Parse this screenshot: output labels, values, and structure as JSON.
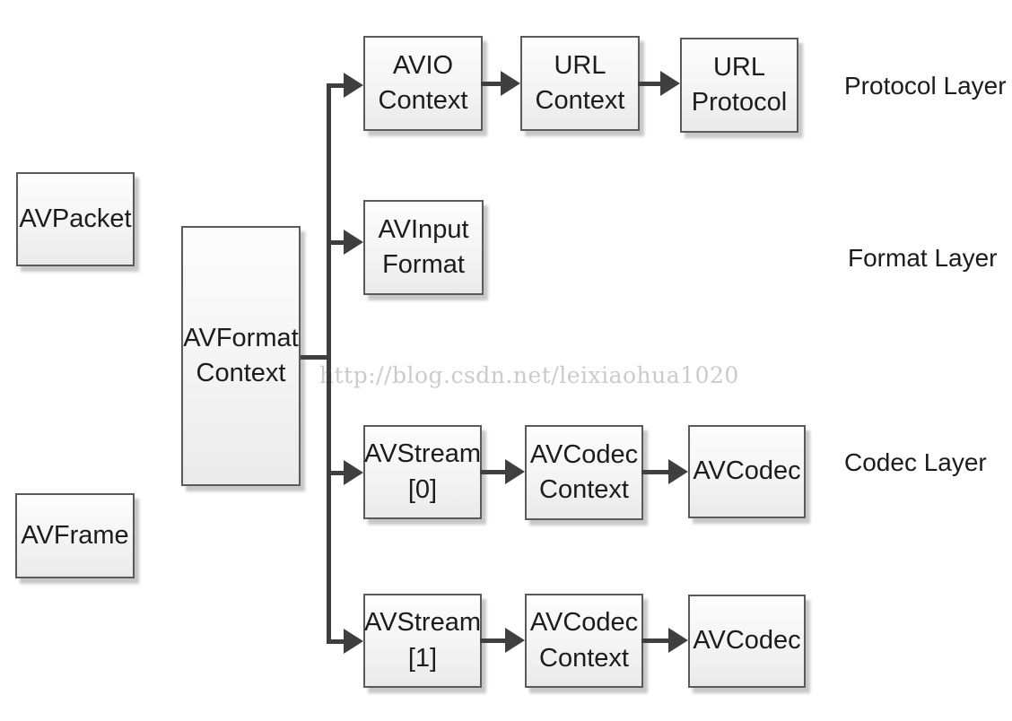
{
  "nodes": {
    "avpacket": "AVPacket",
    "avframe": "AVFrame",
    "avformat_context": "AVFormat\nContext",
    "avio_context": "AVIO\nContext",
    "url_context": "URL\nContext",
    "url_protocol": "URL\nProtocol",
    "avinput_format": "AVInput\nFormat",
    "avstream_0": "AVStream\n[0]",
    "avcodec_context_0": "AVCodec\nContext",
    "avcodec_0": "AVCodec",
    "avstream_1": "AVStream\n[1]",
    "avcodec_context_1": "AVCodec\nContext",
    "avcodec_1": "AVCodec"
  },
  "layer_labels": {
    "protocol": "Protocol Layer",
    "format": "Format Layer",
    "codec": "Codec Layer"
  },
  "watermark": {
    "text": "http://blog.csdn.net/leixiaohua1020"
  },
  "colors": {
    "background": "#ffffff",
    "node_border": "#5a5a5a",
    "connector": "#3f3f3f",
    "text": "#1c1c1c",
    "watermark": "#cbcbcb"
  }
}
